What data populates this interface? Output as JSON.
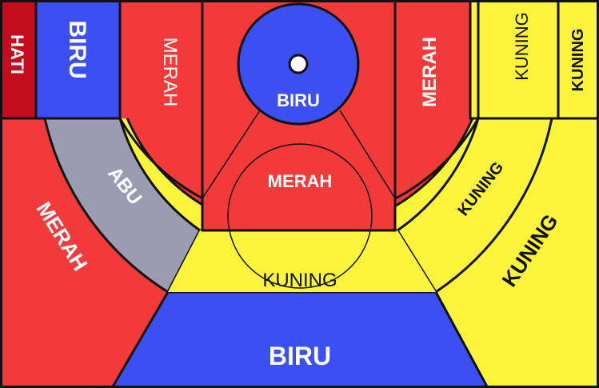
{
  "colors": {
    "red": "#f23a3a",
    "blue": "#3b4ff2",
    "yellow": "#fbf43a",
    "gray": "#9b9bb2",
    "darkred": "#c40d1c",
    "line": "#111111",
    "white": "#ffffff"
  },
  "zones": {
    "hati": "HATI",
    "biru_top_left": "BIRU",
    "merah_upper_left": "MERAH",
    "biru_circle": "BIRU",
    "merah_upper_right": "MERAH",
    "kuning_top_right": "KUNING",
    "kuning_top_corner": "KUNING",
    "abu": "ABU",
    "merah_key": "MERAH",
    "kuning_right_inner": "KUNING",
    "kuning_right_outer": "KUNING",
    "merah_left_corner": "MERAH",
    "kuning_bottom_circle": "KUNING",
    "biru_bottom": "BIRU"
  }
}
